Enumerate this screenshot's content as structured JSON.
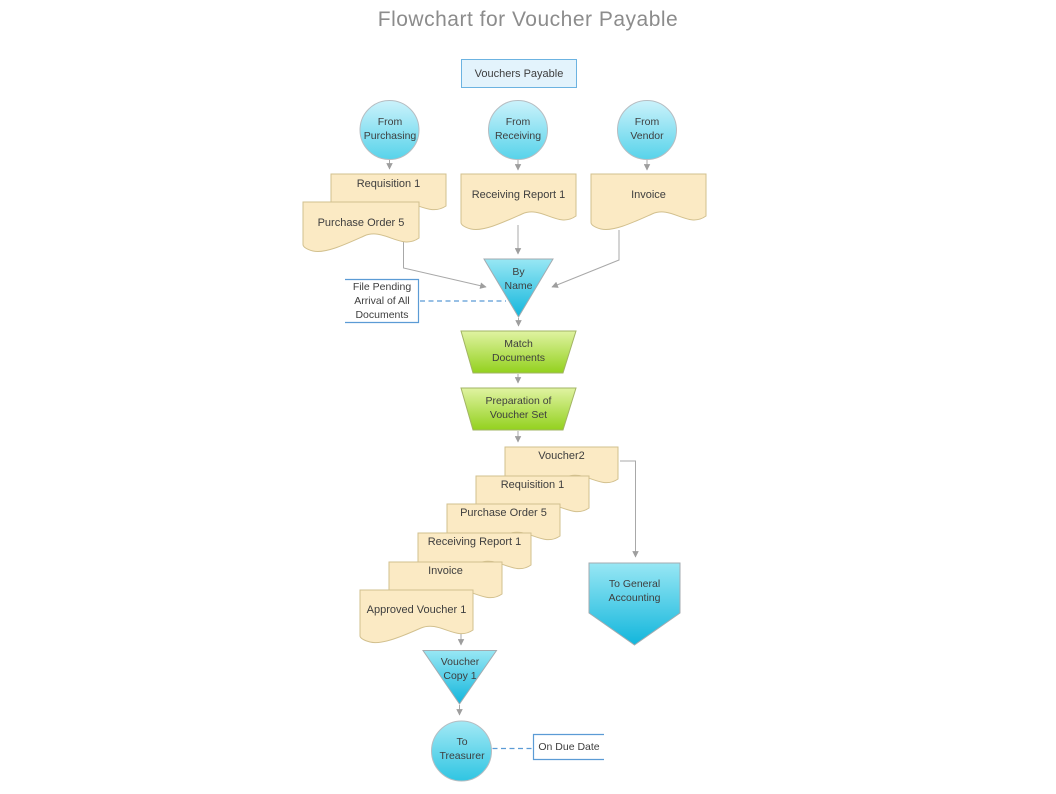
{
  "title": "Flowchart for Voucher Payable",
  "nodes": {
    "vouchers_payable": "Vouchers Payable",
    "from_purchasing": "From\nPurchasing",
    "from_receiving": "From\nReceiving",
    "from_vendor": "From\nVendor",
    "requisition_1": "Requisition 1",
    "purchase_order_5": "Purchase Order 5",
    "receiving_report_1": "Receiving Report 1",
    "invoice": "Invoice",
    "by_name": "By\nName",
    "match_documents": "Match\nDocuments",
    "preparation_of_voucher_set": "Preparation of\nVoucher Set",
    "voucher_2": "Voucher2",
    "requisition_1_set": "Requisition 1",
    "purchase_order_5_set": "Purchase Order 5",
    "receiving_report_1_set": "Receiving Report 1",
    "invoice_set": "Invoice",
    "approved_voucher_1": "Approved Voucher 1",
    "to_general_accounting": "To General\nAccounting",
    "voucher_copy_1": "Voucher\nCopy 1",
    "to_treasurer": "To\nTreasurer"
  },
  "annotations": {
    "file_pending": "File Pending\nArrival of All\nDocuments",
    "on_due_date": "On Due Date"
  },
  "colors": {
    "annotation_blue": "#5B9BD5",
    "process_box_border": "#6CB3E1",
    "process_box_fill": "#E3F3FC",
    "circle_cyan_light": "#CBF2FB",
    "circle_cyan": "#57D3EA",
    "shape_cyan_light": "#98E7F4",
    "shape_cyan_dark": "#12B6DC",
    "green_light": "#E0F3A2",
    "green_dark": "#93D11E",
    "document_fill": "#FBEAC4",
    "document_border": "#D2C08E",
    "connector_gray": "#A8A8A8",
    "title_gray": "#8C8C8C",
    "text_dark": "#3E3E3E"
  }
}
